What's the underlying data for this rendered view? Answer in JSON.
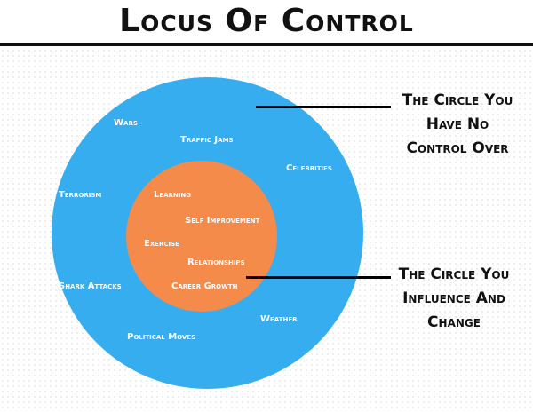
{
  "title": "Locus Of Control",
  "outer_circle": {
    "color": "#36adee",
    "items": [
      "Wars",
      "Traffic Jams",
      "Celebrities",
      "Terrorism",
      "Shark Attacks",
      "Weather",
      "Political Moves"
    ]
  },
  "inner_circle": {
    "color": "#f58b4b",
    "items": [
      "Learning",
      "Self Improvement",
      "Exercise",
      "Relationships",
      "Career Growth"
    ]
  },
  "callouts": {
    "outer": [
      "The Circle You",
      "Have No",
      "Control Over"
    ],
    "inner": [
      "The Circle You",
      "Influence And",
      "Change"
    ]
  }
}
